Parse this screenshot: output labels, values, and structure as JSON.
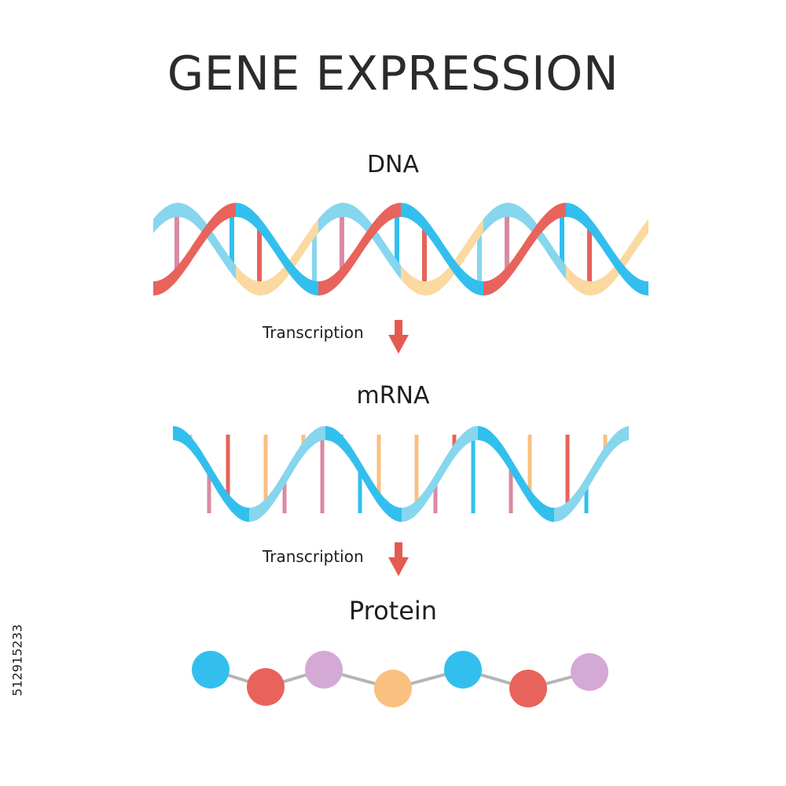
{
  "title": "GENE EXPRESSION",
  "stages": {
    "dna": "DNA",
    "mrna": "mRNA",
    "protein": "Protein"
  },
  "steps": {
    "first": "Transcription",
    "second": "Transcription"
  },
  "watermark": "512915233",
  "colors": {
    "blue": "#33bfee",
    "light_blue": "#86d6ee",
    "red": "#e8635b",
    "peach": "#fbd9a1",
    "pink": "#d98aa2",
    "orange": "#f9c07f",
    "lavender": "#d5a9d6",
    "arrow": "#e55a4f",
    "link": "#b5b5b5"
  },
  "icons": {
    "arrow": "arrow-down-icon"
  }
}
